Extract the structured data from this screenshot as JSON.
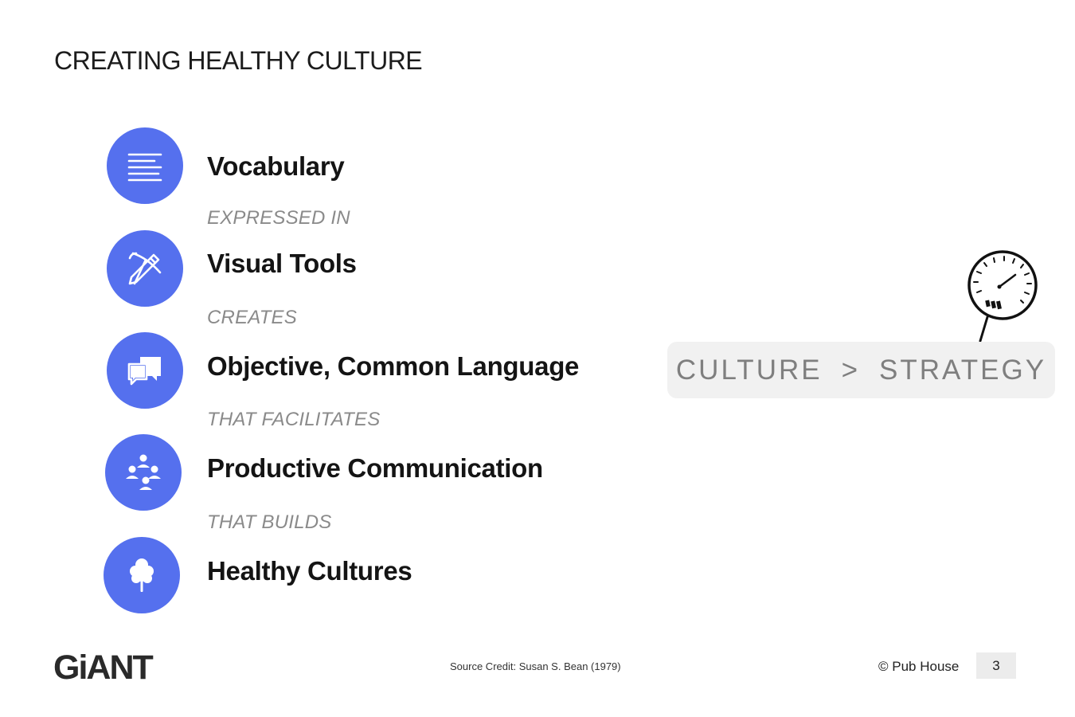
{
  "slide": {
    "title": "CREATING HEALTHY CULTURE"
  },
  "steps": [
    {
      "title": "Vocabulary",
      "icon": "text-lines-icon"
    },
    {
      "title": "Visual Tools",
      "icon": "pencil-pickaxe-icon"
    },
    {
      "title": "Objective, Common Language",
      "icon": "chat-bubbles-icon"
    },
    {
      "title": "Productive Communication",
      "icon": "group-people-icon"
    },
    {
      "title": "Healthy Cultures",
      "icon": "tree-icon"
    }
  ],
  "connectors": [
    "EXPRESSED IN",
    "CREATES",
    "THAT FACILITATES",
    "THAT BUILDS"
  ],
  "callout": {
    "left": "CULTURE",
    "operator": ">",
    "right": "STRATEGY",
    "icon": "speedometer-icon"
  },
  "footer": {
    "logo_text": "GiANT",
    "source_credit": "Source Credit: Susan S. Bean (1979)",
    "copyright": "© Pub House",
    "page_number": "3"
  },
  "colors": {
    "accent": "#5570ee",
    "callout_background": "#f1f1f1",
    "connector_text": "#8a8a8a"
  }
}
